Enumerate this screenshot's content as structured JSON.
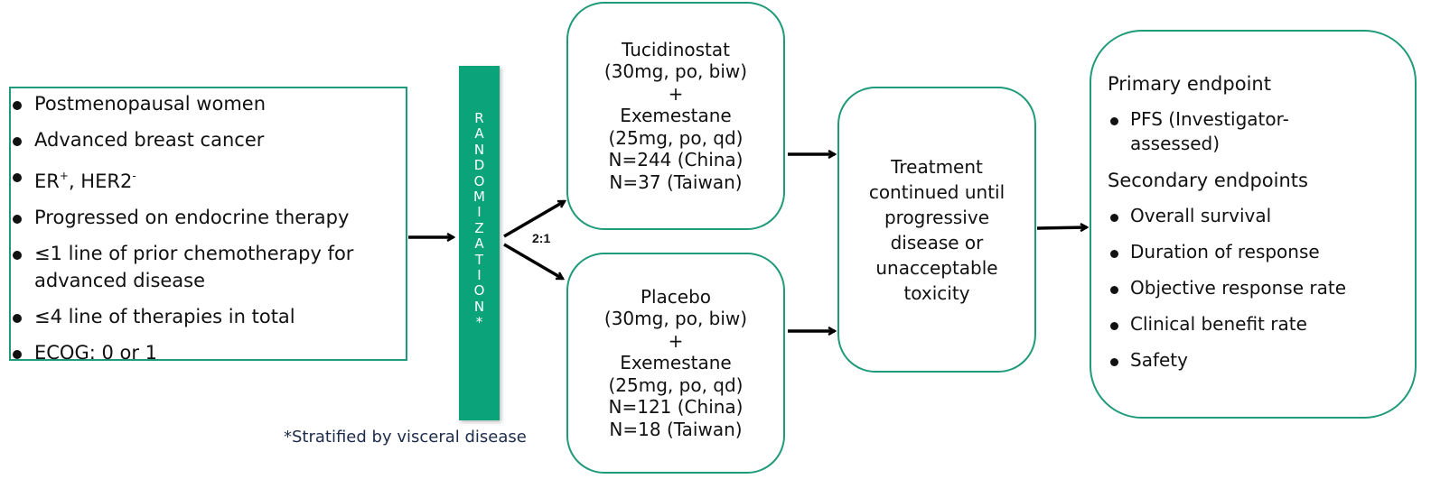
{
  "eligibility": {
    "items": [
      {
        "text": "Postmenopausal women"
      },
      {
        "text": "Advanced breast cancer"
      },
      {
        "text_parts": [
          "ER",
          "+",
          ", HER2",
          "-"
        ]
      },
      {
        "text": "Progressed on endocrine therapy"
      },
      {
        "text": "≤1 line of prior chemotherapy for advanced disease"
      },
      {
        "text": "≤4 line of therapies in total"
      },
      {
        "text": "ECOG: 0 or 1"
      }
    ]
  },
  "randomization": {
    "letters": [
      "R",
      "A",
      "N",
      "D",
      "O",
      "M",
      "I",
      "Z",
      "A",
      "T",
      "I",
      "O",
      "N",
      "*"
    ],
    "ratio": "2:1",
    "footnote": "*Stratified by visceral disease",
    "bar_color": "#0aa37a"
  },
  "arms": [
    {
      "name": "Tucidinostat",
      "lines": [
        "Tucidinostat",
        "(30mg, po, biw)",
        "+",
        "Exemestane",
        "(25mg, po, qd)",
        "N=244 (China)",
        "N=37 (Taiwan)"
      ]
    },
    {
      "name": "Placebo",
      "lines": [
        "Placebo",
        "(30mg, po, biw)",
        "+",
        "Exemestane",
        "(25mg, po, qd)",
        "N=121 (China)",
        "N=18 (Taiwan)"
      ]
    }
  ],
  "treatment": {
    "lines": [
      "Treatment",
      "continued until",
      "progressive",
      "disease or",
      "unacceptable",
      "toxicity"
    ]
  },
  "endpoints": {
    "primary_heading": "Primary endpoint",
    "primary_items": [
      "PFS  (Investigator-assessed)"
    ],
    "secondary_heading": "Secondary endpoints",
    "secondary_items": [
      "Overall survival",
      "Duration of response",
      "Objective response rate",
      "Clinical benefit rate",
      "Safety"
    ]
  },
  "colors": {
    "box_border": "#1f9a7a",
    "text": "#111111",
    "footnote": "#1c2b4a"
  }
}
